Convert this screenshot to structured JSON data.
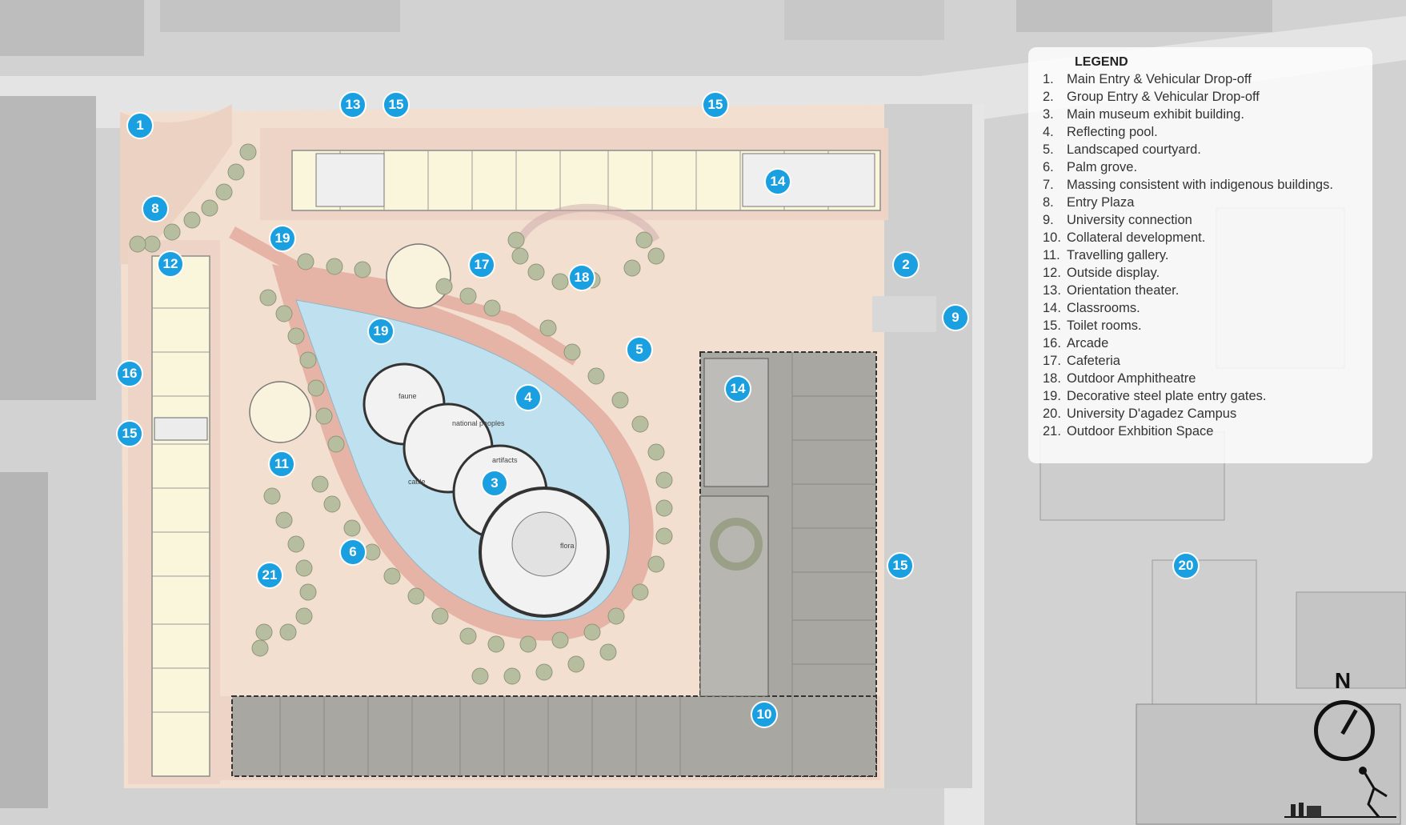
{
  "legend": {
    "title": "LEGEND",
    "items": [
      {
        "num": "1.",
        "text": "Main Entry & Vehicular Drop-off"
      },
      {
        "num": "2.",
        "text": "Group Entry & Vehicular Drop-off"
      },
      {
        "num": "3.",
        "text": "Main museum exhibit building."
      },
      {
        "num": "4.",
        "text": "Reflecting pool."
      },
      {
        "num": "5.",
        "text": "Landscaped courtyard."
      },
      {
        "num": "6.",
        "text": "Palm grove."
      },
      {
        "num": "7.",
        "text": "Massing consistent with indigenous buildings."
      },
      {
        "num": "8.",
        "text": "Entry Plaza"
      },
      {
        "num": "9.",
        "text": "University connection"
      },
      {
        "num": "10.",
        "text": "Collateral development."
      },
      {
        "num": "11.",
        "text": "Travelling gallery."
      },
      {
        "num": "12.",
        "text": "Outside display."
      },
      {
        "num": "13.",
        "text": "Orientation theater."
      },
      {
        "num": "14.",
        "text": "Classrooms."
      },
      {
        "num": "15.",
        "text": "Toilet rooms."
      },
      {
        "num": "16.",
        "text": "Arcade"
      },
      {
        "num": "17.",
        "text": "Cafeteria"
      },
      {
        "num": "18.",
        "text": "Outdoor Amphitheatre"
      },
      {
        "num": "19.",
        "text": "Decorative steel plate entry gates."
      },
      {
        "num": "20.",
        "text": "University D'agadez Campus"
      },
      {
        "num": "21.",
        "text": "Outdoor Exhbition Space"
      }
    ]
  },
  "markers": [
    "1",
    "13",
    "15",
    "15",
    "8",
    "19",
    "12",
    "17",
    "18",
    "2",
    "9",
    "19",
    "5",
    "16",
    "14",
    "4",
    "15",
    "11",
    "3",
    "6",
    "21",
    "15",
    "20",
    "10",
    "14"
  ],
  "plan_labels": [
    "faune",
    "national peoples",
    "artifacts",
    "cattle",
    "flora"
  ],
  "north_label": "N",
  "colors": {
    "marker": "#1a9fe0",
    "pool": "#bfe0ee",
    "path": "#e6b4a6",
    "plaza": "#f4e2d6",
    "building_light": "#faf6dc",
    "building_dark": "#a9a7a2",
    "tree": "#b7bea0"
  }
}
